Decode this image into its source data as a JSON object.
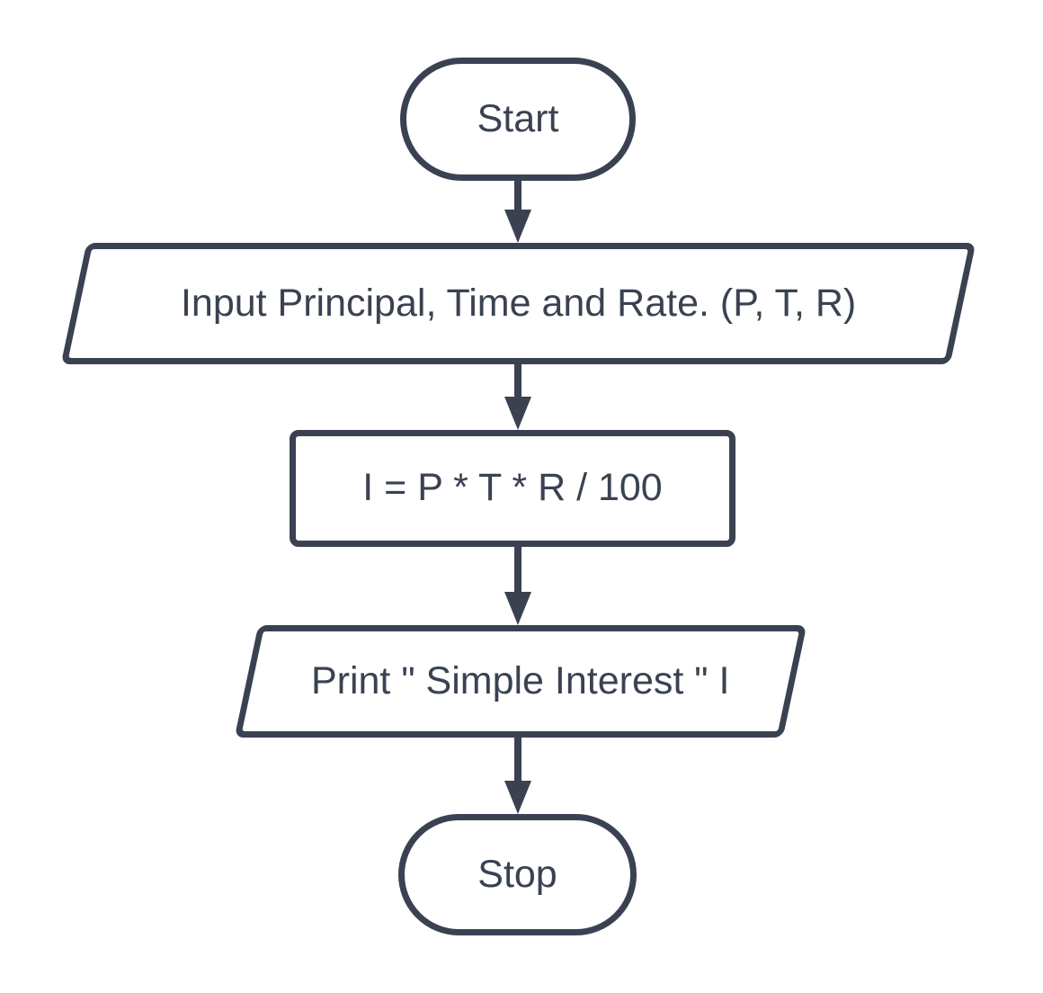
{
  "flowchart": {
    "nodes": [
      {
        "id": "start",
        "type": "terminator",
        "label": "Start"
      },
      {
        "id": "input",
        "type": "input-output",
        "label": "Input Principal, Time and Rate. (P, T, R)"
      },
      {
        "id": "process",
        "type": "process",
        "label": "I = P * T * R / 100"
      },
      {
        "id": "print",
        "type": "input-output",
        "label": "Print \" Simple Interest \" I"
      },
      {
        "id": "stop",
        "type": "terminator",
        "label": "Stop"
      }
    ],
    "edges": [
      {
        "from": "start",
        "to": "input"
      },
      {
        "from": "input",
        "to": "process"
      },
      {
        "from": "process",
        "to": "print"
      },
      {
        "from": "print",
        "to": "stop"
      }
    ]
  },
  "colors": {
    "stroke": "#3A4252",
    "text": "#3A4252",
    "background": "#FFFFFF",
    "shape_fill": "#FFFFFF"
  }
}
